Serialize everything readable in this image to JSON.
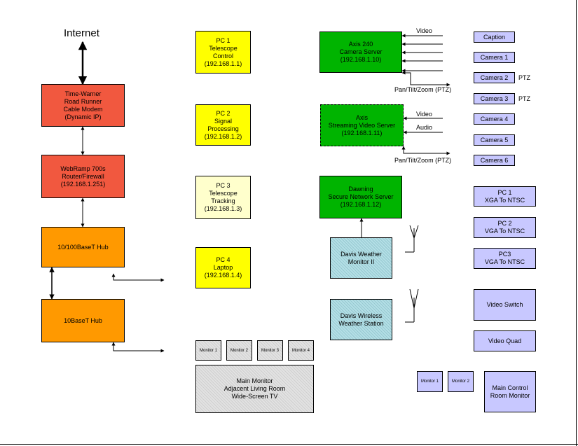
{
  "internet": "Internet",
  "network": {
    "modem": [
      "Time-Warner",
      "Road Runner",
      "Cable Modem",
      "(Dynamic IP)"
    ],
    "router": [
      "WebRamp 700s",
      "Router/Firewall",
      "(192.168.1.251)"
    ],
    "hub100": [
      "10/100BaseT Hub"
    ],
    "hub10": [
      "10BaseT Hub"
    ]
  },
  "pcs": {
    "pc1": [
      "PC 1",
      "Telescope",
      "Control",
      "(192.168.1.1)"
    ],
    "pc2": [
      "PC 2",
      "Signal",
      "Processing",
      "(192.168.1.2)"
    ],
    "pc3": [
      "PC 3",
      "Telescope",
      "Tracking",
      "(192.168.1.3)"
    ],
    "pc4": [
      "PC 4",
      "Laptop",
      "(192.168.1.4)"
    ]
  },
  "monitors": {
    "m1": "Monitor 1",
    "m2": "Monitor 2",
    "m3": "Monitor 3",
    "m4": "Monitor 4",
    "main": [
      "Main Monitor",
      "Adjacent Living Room",
      "Wide-Screen TV"
    ]
  },
  "servers": {
    "axis240": [
      "Axis 240",
      "Camera Server",
      "(192.168.1.10)"
    ],
    "axisStream": [
      "Axis",
      "Streaming Video Server",
      "(192.168.1.11)"
    ],
    "dawning": [
      "Dawning",
      "Secure Network Server",
      "(192.168.1.12)"
    ]
  },
  "weather": {
    "monitor2": [
      "Davis Weather",
      "Monitor II"
    ],
    "wireless": [
      "Davis Wireless",
      "Weather Station"
    ]
  },
  "labels": {
    "video1": "Video",
    "ptz1": "Pan/Tilt/Zoom (PTZ)",
    "video2": "Video",
    "audio": "Audio",
    "ptz2": "Pan/Tilt/Zoom (PTZ)",
    "ptzCam2": "PTZ",
    "ptzCam3": "PTZ"
  },
  "sources": {
    "caption": "Caption",
    "cam1": "Camera 1",
    "cam2": "Camera 2",
    "cam3": "Camera 3",
    "cam4": "Camera 4",
    "cam5": "Camera 5",
    "cam6": "Camera 6"
  },
  "converters": {
    "pc1": [
      "PC 1",
      "XGA To NTSC"
    ],
    "pc2": [
      "PC 2",
      "VGA To NTSC"
    ],
    "pc3": [
      "PC3",
      "VGA To NTSC"
    ]
  },
  "control": {
    "videoSwitch": "Video Switch",
    "videoQuad": "Video Quad",
    "ctrlM1": "Monitor 1",
    "ctrlM2": "Monitor 2",
    "mainControl": [
      "Main Control",
      "Room Monitor"
    ]
  }
}
